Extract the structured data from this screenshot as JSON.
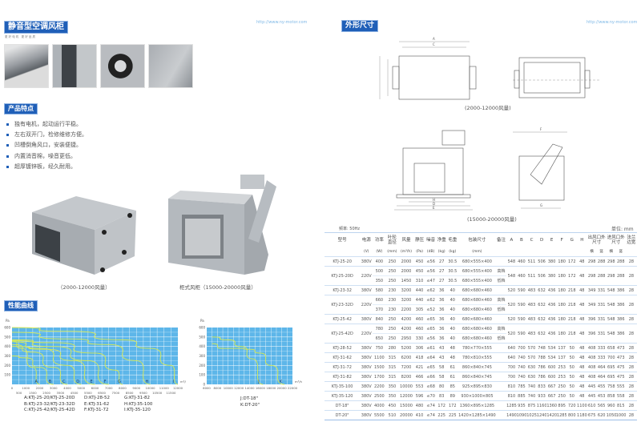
{
  "left": {
    "title": "静音型空调风柜",
    "subtitle": "更 好 电 机   更 好 品 质",
    "url": "http://www.ny-motor.com",
    "features_title": "产品特点",
    "features": [
      "独有电机，起动运行平稳。",
      "左右双开门，检修维修方便。",
      "凹槽倒角风口，安装便捷。",
      "内置消音棉，噪音更低。",
      "超厚镀锌板，经久耐用。"
    ],
    "product_captions": [
      "（2000-12000风量）",
      "柜式风柜（15000-20000风量）"
    ],
    "curves_title": "性能曲线",
    "legend1": [
      "A:KTJ-25-20/KTJ-25-20D",
      "B:KTJ-23-32/KTJ-23-32D",
      "C:KTJ-25-42/KTJ-25-42D",
      "D:KTJ-28-52",
      "E:KTJ-31-62",
      "F:KTJ-31-72",
      "G:KTJ-31-82",
      "H:KTJ-35-100",
      "I:KTJ-35-120"
    ],
    "legend2": [
      "J:DT-18\"",
      "K:DT-20\""
    ]
  },
  "right": {
    "title": "外形尺寸",
    "url": "http://www.ny-motor.com",
    "drawing_captions": [
      "(2000-12000风量)",
      "(15000-20000风量)"
    ],
    "dim_labels": [
      "A",
      "C",
      "B",
      "D",
      "E",
      "F",
      "G",
      "H"
    ],
    "frequency": "频率: 50Hz",
    "unit": "单位: mm"
  },
  "table": {
    "headers": [
      "型号",
      "电源",
      "功率",
      "叶轮直径",
      "风量",
      "静压",
      "噪音",
      "净重",
      "毛重",
      "包装尺寸",
      "备注",
      "A",
      "B",
      "C",
      "D",
      "E",
      "F",
      "G",
      "H",
      "出风口外尺寸",
      "进风口外尺寸",
      "法兰边宽"
    ],
    "units": [
      "",
      "(V)",
      "(W)",
      "(mm)",
      "(m³/h)",
      "(Pa)",
      "(dB)",
      "(kg)",
      "(kg)",
      "(mm)",
      "",
      "",
      "",
      "",
      "",
      "",
      "",
      "",
      "",
      "横",
      "竖",
      "横",
      "竖",
      ""
    ],
    "groups": [
      {
        "model": "KTJ-25-20",
        "v": "380V",
        "subs": [
          [
            "400",
            "250",
            "2000",
            "450",
            "≤56",
            "27",
            "30.5",
            "680×555×400",
            ""
          ]
        ],
        "dims": [
          "548",
          "460",
          "511",
          "506",
          "380",
          "180",
          "172",
          "48",
          "298",
          "288",
          "298",
          "288",
          "28"
        ]
      },
      {
        "model": "KTJ-25-20D",
        "v": "220V",
        "subs": [
          [
            "500",
            "250",
            "2000",
            "450",
            "≤56",
            "27",
            "30.5",
            "680×555×400",
            "高档"
          ],
          [
            "350",
            "250",
            "1450",
            "310",
            "≤47",
            "27",
            "30.5",
            "680×555×400",
            "低档"
          ]
        ],
        "dims": [
          "548",
          "460",
          "511",
          "506",
          "380",
          "180",
          "172",
          "48",
          "298",
          "288",
          "298",
          "288",
          "28"
        ]
      },
      {
        "model": "KTJ-23-32",
        "v": "380V",
        "subs": [
          [
            "580",
            "230",
            "3200",
            "440",
            "≤62",
            "36",
            "40",
            "680×680×460",
            ""
          ]
        ],
        "dims": [
          "520",
          "590",
          "483",
          "632",
          "436",
          "180",
          "218",
          "48",
          "349",
          "331",
          "548",
          "386",
          "28"
        ]
      },
      {
        "model": "KTJ-23-32D",
        "v": "220V",
        "subs": [
          [
            "660",
            "230",
            "3200",
            "440",
            "≤62",
            "36",
            "40",
            "680×680×460",
            "高档"
          ],
          [
            "370",
            "230",
            "2200",
            "305",
            "≤52",
            "36",
            "40",
            "680×680×460",
            "低档"
          ]
        ],
        "dims": [
          "520",
          "590",
          "483",
          "632",
          "436",
          "180",
          "218",
          "48",
          "349",
          "331",
          "548",
          "386",
          "28"
        ]
      },
      {
        "model": "KTJ-25-42",
        "v": "380V",
        "subs": [
          [
            "840",
            "250",
            "4200",
            "460",
            "≤65",
            "36",
            "40",
            "680×680×460",
            ""
          ]
        ],
        "dims": [
          "520",
          "590",
          "483",
          "632",
          "436",
          "180",
          "218",
          "48",
          "396",
          "331",
          "548",
          "386",
          "28"
        ]
      },
      {
        "model": "KTJ-25-42D",
        "v": "220V",
        "subs": [
          [
            "780",
            "250",
            "4200",
            "460",
            "≤65",
            "36",
            "40",
            "680×680×460",
            "高档"
          ],
          [
            "650",
            "250",
            "2950",
            "330",
            "≤56",
            "36",
            "40",
            "680×680×460",
            "低档"
          ]
        ],
        "dims": [
          "520",
          "590",
          "483",
          "632",
          "436",
          "180",
          "218",
          "48",
          "396",
          "331",
          "548",
          "386",
          "28"
        ]
      },
      {
        "model": "KTJ-28-52",
        "v": "380V",
        "subs": [
          [
            "750",
            "280",
            "5200",
            "306",
            "≤61",
            "43",
            "48",
            "780×770×555",
            ""
          ]
        ],
        "dims": [
          "640",
          "700",
          "570",
          "748",
          "534",
          "137",
          "50",
          "48",
          "408",
          "333",
          "658",
          "473",
          "28"
        ]
      },
      {
        "model": "KTJ-31-62",
        "v": "380V",
        "subs": [
          [
            "1100",
            "315",
            "6200",
            "418",
            "≤64",
            "43",
            "48",
            "780×810×555",
            ""
          ]
        ],
        "dims": [
          "640",
          "740",
          "570",
          "788",
          "534",
          "137",
          "50",
          "48",
          "408",
          "333",
          "700",
          "473",
          "28"
        ]
      },
      {
        "model": "KTJ-31-72",
        "v": "380V",
        "subs": [
          [
            "1500",
            "315",
            "7200",
            "421",
            "≤65",
            "58",
            "61",
            "860×840×745",
            ""
          ]
        ],
        "dims": [
          "700",
          "740",
          "630",
          "786",
          "600",
          "253",
          "50",
          "48",
          "408",
          "464",
          "695",
          "475",
          "28"
        ]
      },
      {
        "model": "KTJ-31-82",
        "v": "380V",
        "subs": [
          [
            "1700",
            "315",
            "8200",
            "466",
            "≤66",
            "58",
            "61",
            "860×840×745",
            ""
          ]
        ],
        "dims": [
          "700",
          "740",
          "630",
          "786",
          "600",
          "253",
          "50",
          "48",
          "408",
          "464",
          "695",
          "475",
          "28"
        ]
      },
      {
        "model": "KTJ-35-100",
        "v": "380V",
        "subs": [
          [
            "2200",
            "350",
            "10000",
            "553",
            "≤68",
            "80",
            "85",
            "925×895×830",
            ""
          ]
        ],
        "dims": [
          "810",
          "785",
          "740",
          "833",
          "667",
          "250",
          "50",
          "48",
          "445",
          "455",
          "758",
          "555",
          "28"
        ]
      },
      {
        "model": "KTJ-35-120",
        "v": "380V",
        "subs": [
          [
            "2500",
            "350",
            "12000",
            "596",
            "≤70",
            "83",
            "89",
            "930×1000×805",
            ""
          ]
        ],
        "dims": [
          "810",
          "885",
          "740",
          "933",
          "667",
          "250",
          "50",
          "48",
          "445",
          "453",
          "858",
          "558",
          "28"
        ]
      },
      {
        "model": "DT-18\"",
        "v": "380V",
        "subs": [
          [
            "4000",
            "450",
            "15000",
            "480",
            "≤74",
            "172",
            "172",
            "1360×895×1285",
            ""
          ]
        ],
        "dims": [
          "1285",
          "935",
          "875",
          "1160",
          "1360",
          "895",
          "720",
          "1100",
          "610",
          "565",
          "960",
          "815",
          "28"
        ]
      },
      {
        "model": "DT-20\"",
        "v": "380V",
        "subs": [
          [
            "5500",
            "510",
            "20000",
            "410",
            "≤74",
            "225",
            "225",
            "1420×1285×1490",
            ""
          ]
        ],
        "dims": [
          "1490",
          "1090",
          "1025",
          "1240",
          "1420",
          "1285",
          "800",
          "1180",
          "675",
          "620",
          "1050",
          "1000",
          "28"
        ]
      }
    ]
  },
  "chart_data": [
    {
      "type": "line",
      "ylabel": "Pa",
      "xlabel": "m³/h",
      "xlim": [
        0,
        12000
      ],
      "ylim": [
        0,
        600
      ],
      "xticks_top": [
        0,
        1000,
        2000,
        3000,
        4000,
        5000,
        6000,
        7000,
        8000,
        9000,
        10000,
        11000,
        12000
      ],
      "xticks_bottom": [
        500,
        1500,
        2500,
        3500,
        4500,
        5500,
        6500,
        7500,
        8500,
        9500,
        10500,
        11500
      ],
      "yticks": [
        100,
        200,
        300,
        400,
        500,
        600
      ],
      "colors": {
        "plot_bg": "#5db6e9",
        "curve": "#d9ea52",
        "grid": "#ffffff"
      },
      "series": [
        {
          "name": "A",
          "points": [
            [
              0,
              460
            ],
            [
              700,
              380
            ],
            [
              1500,
              180
            ],
            [
              2000,
              0
            ]
          ]
        },
        {
          "name": "B",
          "points": [
            [
              0,
              300
            ],
            [
              1000,
              280
            ],
            [
              2000,
              180
            ],
            [
              3000,
              0
            ]
          ]
        },
        {
          "name": "C",
          "points": [
            [
              0,
              420
            ],
            [
              1500,
              340
            ],
            [
              3000,
              180
            ],
            [
              4000,
              0
            ]
          ]
        },
        {
          "name": "D",
          "points": [
            [
              0,
              450
            ],
            [
              2000,
              380
            ],
            [
              4000,
              200
            ],
            [
              5000,
              0
            ]
          ]
        },
        {
          "name": "E",
          "points": [
            [
              0,
              400
            ],
            [
              2500,
              370
            ],
            [
              4500,
              250
            ],
            [
              6000,
              0
            ]
          ]
        },
        {
          "name": "F",
          "points": [
            [
              0,
              460
            ],
            [
              3000,
              400
            ],
            [
              5500,
              250
            ],
            [
              7000,
              0
            ]
          ]
        },
        {
          "name": "G",
          "points": [
            [
              0,
              470
            ],
            [
              3000,
              440
            ],
            [
              6000,
              330
            ],
            [
              7500,
              150
            ],
            [
              8000,
              0
            ]
          ]
        },
        {
          "name": "H",
          "points": [
            [
              0,
              550
            ],
            [
              4000,
              480
            ],
            [
              7000,
              420
            ],
            [
              9000,
              250
            ],
            [
              10000,
              0
            ]
          ]
        },
        {
          "name": "I",
          "points": [
            [
              0,
              600
            ],
            [
              4000,
              560
            ],
            [
              8000,
              470
            ],
            [
              10000,
              380
            ],
            [
              11500,
              200
            ],
            [
              12000,
              0
            ]
          ]
        }
      ]
    },
    {
      "type": "line",
      "ylabel": "Pa",
      "xlabel": "m³/h",
      "xlim": [
        6000,
        22000
      ],
      "ylim": [
        0,
        600
      ],
      "xticks_top": [
        6000,
        8000,
        10000,
        12000,
        14000,
        16000,
        18000,
        20000,
        22000
      ],
      "xticks_bottom": [],
      "yticks": [
        0,
        100,
        200,
        300,
        400,
        500,
        600
      ],
      "colors": {
        "plot_bg": "#5db6e9",
        "curve": "#d9ea52",
        "grid": "#ffffff"
      },
      "series": [
        {
          "name": "J",
          "points": [
            [
              7000,
              500
            ],
            [
              10000,
              470
            ],
            [
              12500,
              400
            ],
            [
              14500,
              270
            ],
            [
              16500,
              0
            ]
          ]
        },
        {
          "name": "K",
          "points": [
            [
              7000,
              430
            ],
            [
              9000,
              380
            ],
            [
              12000,
              380
            ],
            [
              14000,
              370
            ],
            [
              16000,
              330
            ],
            [
              18000,
              200
            ],
            [
              20500,
              0
            ]
          ]
        }
      ]
    }
  ]
}
